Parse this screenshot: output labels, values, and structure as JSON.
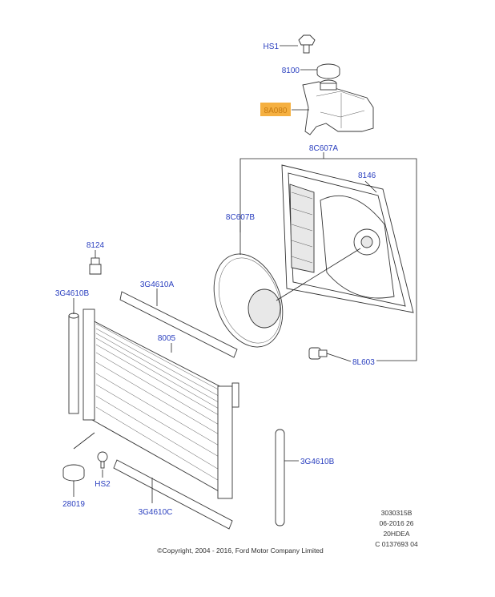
{
  "diagram": {
    "labels": {
      "hs1": "HS1",
      "p8100": "8100",
      "p8a080": "8A080",
      "p8c607a": "8C607A",
      "p8146": "8146",
      "p8c607b": "8C607B",
      "p8124": "8124",
      "p3g4610b_left": "3G4610B",
      "p3g4610a": "3G4610A",
      "p8005": "8005",
      "p8l603": "8L603",
      "p3g4610b_right": "3G4610B",
      "hs2": "HS2",
      "p28019": "28019",
      "p3g4610c": "3G4610C"
    },
    "highlight_color": "#f5b041",
    "label_color": "#2a3fbf",
    "notes": [
      "3030315B",
      "06-2016 26",
      "20HDEA",
      "C 0137693 04"
    ],
    "copyright": "©Copyright, 2004 - 2016, Ford Motor Company Limited"
  }
}
